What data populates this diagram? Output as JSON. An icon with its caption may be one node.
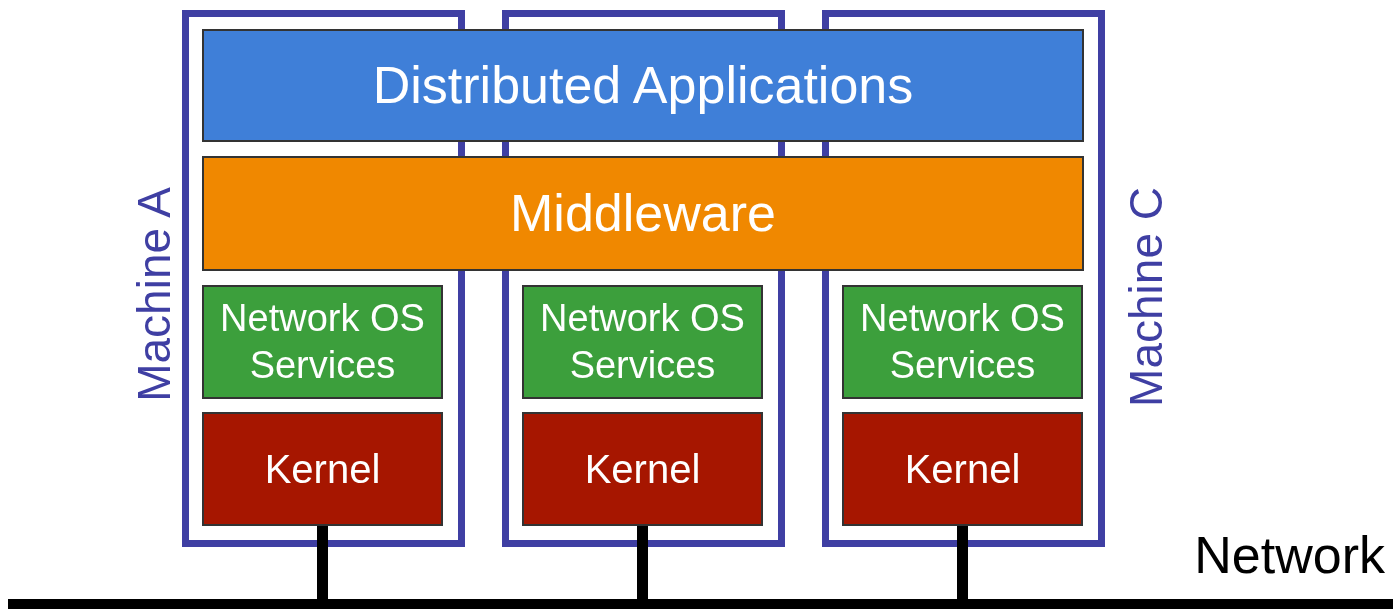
{
  "diagram": {
    "nodes": [
      {
        "text": [
          "Machine A"
        ]
      },
      {
        "text": [],
        "shape": "box"
      },
      {
        "text": [
          "Machine C"
        ]
      },
      {
        "text": [
          "Distributed Applications"
        ]
      },
      {
        "text": [
          "Middleware"
        ]
      },
      {
        "text": [
          "Network OS Services"
        ],
        "in": 0
      },
      {
        "text": [
          "Kernel"
        ],
        "in": 0
      },
      {
        "text": [
          "Network OS Services"
        ],
        "in": 1
      },
      {
        "text": [
          "Kernel"
        ],
        "in": 1
      },
      {
        "text": [
          "Network OS Services"
        ],
        "in": 2
      },
      {
        "text": [
          "Kernel"
        ],
        "in": 2
      },
      {
        "text": [
          "Network"
        ]
      }
    ],
    "edges": [
      {
        "from": 6,
        "to": 11,
        "arrow": "none"
      },
      {
        "from": 8,
        "to": 11,
        "arrow": "none"
      },
      {
        "from": 10,
        "to": 11,
        "arrow": "none"
      }
    ]
  }
}
